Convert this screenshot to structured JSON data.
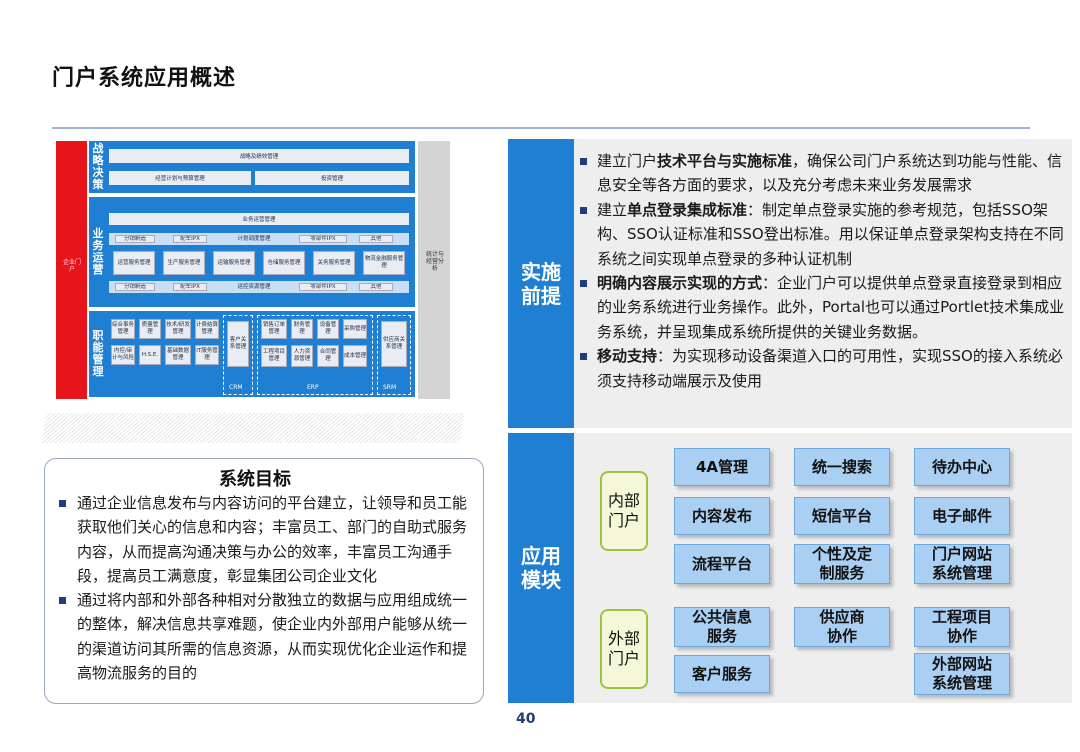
{
  "page": {
    "title": "门户系统应用概述",
    "page_number": "40"
  },
  "architecture": {
    "left_label": "企业门户",
    "right_label": "统计与经营分析",
    "strategy": {
      "label": "战略决策",
      "row1": "战略及绩效管理",
      "row2a": "经营计划与预算管理",
      "row2b": "投资管理"
    },
    "operations": {
      "label": "业务运营",
      "header": "业务运营管理",
      "bar1": [
        "分销制造",
        "配车IPX",
        "计划调度管理",
        "零部件IPX",
        "其他"
      ],
      "cells": [
        "运营服务管理",
        "生产服务管理",
        "运输服务管理",
        "仓储服务管理",
        "关务服务管理",
        "物流金融服务管理"
      ],
      "bar2": [
        "分销制造",
        "配车IPX",
        "运控资源管理",
        "零部件IPX",
        "其他"
      ]
    },
    "functions": {
      "label": "职能管理",
      "cells": [
        "综合事务管理",
        "质量管理",
        "技术/研发管理",
        "计费结算管理",
        "内控/审计与风险",
        "H.S.E.",
        "基础数据管理",
        "IT服务管理"
      ],
      "crm_cell": "客户关系管理",
      "erp_cells": [
        "销售订单管理",
        "财务管理",
        "设备管理",
        "采购管理",
        "工程项目管理",
        "人力资源管理",
        "合同管理",
        "成本管理"
      ],
      "srm_cell": "供应商关系管理",
      "groups": [
        "CRM",
        "ERP",
        "SRM"
      ]
    }
  },
  "goals": {
    "title": "系统目标",
    "items": [
      "通过企业信息发布与内容访问的平台建立，让领导和员工能获取他们关心的信息和内容；丰富员工、部门的自助式服务内容，从而提高沟通决策与办公的效率，丰富员工沟通手段，提高员工满意度，彰显集团公司企业文化",
      "通过将内部和外部各种相对分散独立的数据与应用组成统一的整体，解决信息共享难题，使企业内外部用户能够从统一的渠道访问其所需的信息资源，从而实现优化企业运作和提高物流服务的目的"
    ]
  },
  "premise": {
    "head": "实施前提",
    "items": [
      {
        "pre": "建立门户",
        "bold": "技术平台与实施标准",
        "post": "，确保公司门户系统达到功能与性能、信息安全等各方面的要求，以及充分考虑未来业务发展需求"
      },
      {
        "pre": "建立",
        "bold": "单点登录集成标准",
        "post": "：制定单点登录实施的参考规范，包括SSO架构、SSO认证标准和SSO登出标准。用以保证单点登录架构支持在不同系统之间实现单点登录的多种认证机制"
      },
      {
        "pre": "",
        "bold": "明确内容展示实现的方式",
        "post": "：企业门户可以提供单点登录直接登录到相应的业务系统进行业务操作。此外，Portal也可以通过Portlet技术集成业务系统，并呈现集成系统所提供的关键业务数据。"
      },
      {
        "pre": "",
        "bold": "移动支持",
        "post": "：为实现移动设备渠道入口的可用性，实现SSO的接入系统必须支持移动端展示及使用"
      }
    ]
  },
  "modules": {
    "head": "应用模块",
    "internal_label": "内部门户",
    "external_label": "外部门户",
    "internal": [
      "4A管理",
      "统一搜索",
      "待办中心",
      "内容发布",
      "短信平台",
      "电子邮件",
      "流程平台",
      "个性及定制服务",
      "门户网站系统管理"
    ],
    "external": [
      "公共信息服务",
      "供应商协作",
      "工程项目协作",
      "客户服务",
      "外部网站系统管理"
    ]
  }
}
